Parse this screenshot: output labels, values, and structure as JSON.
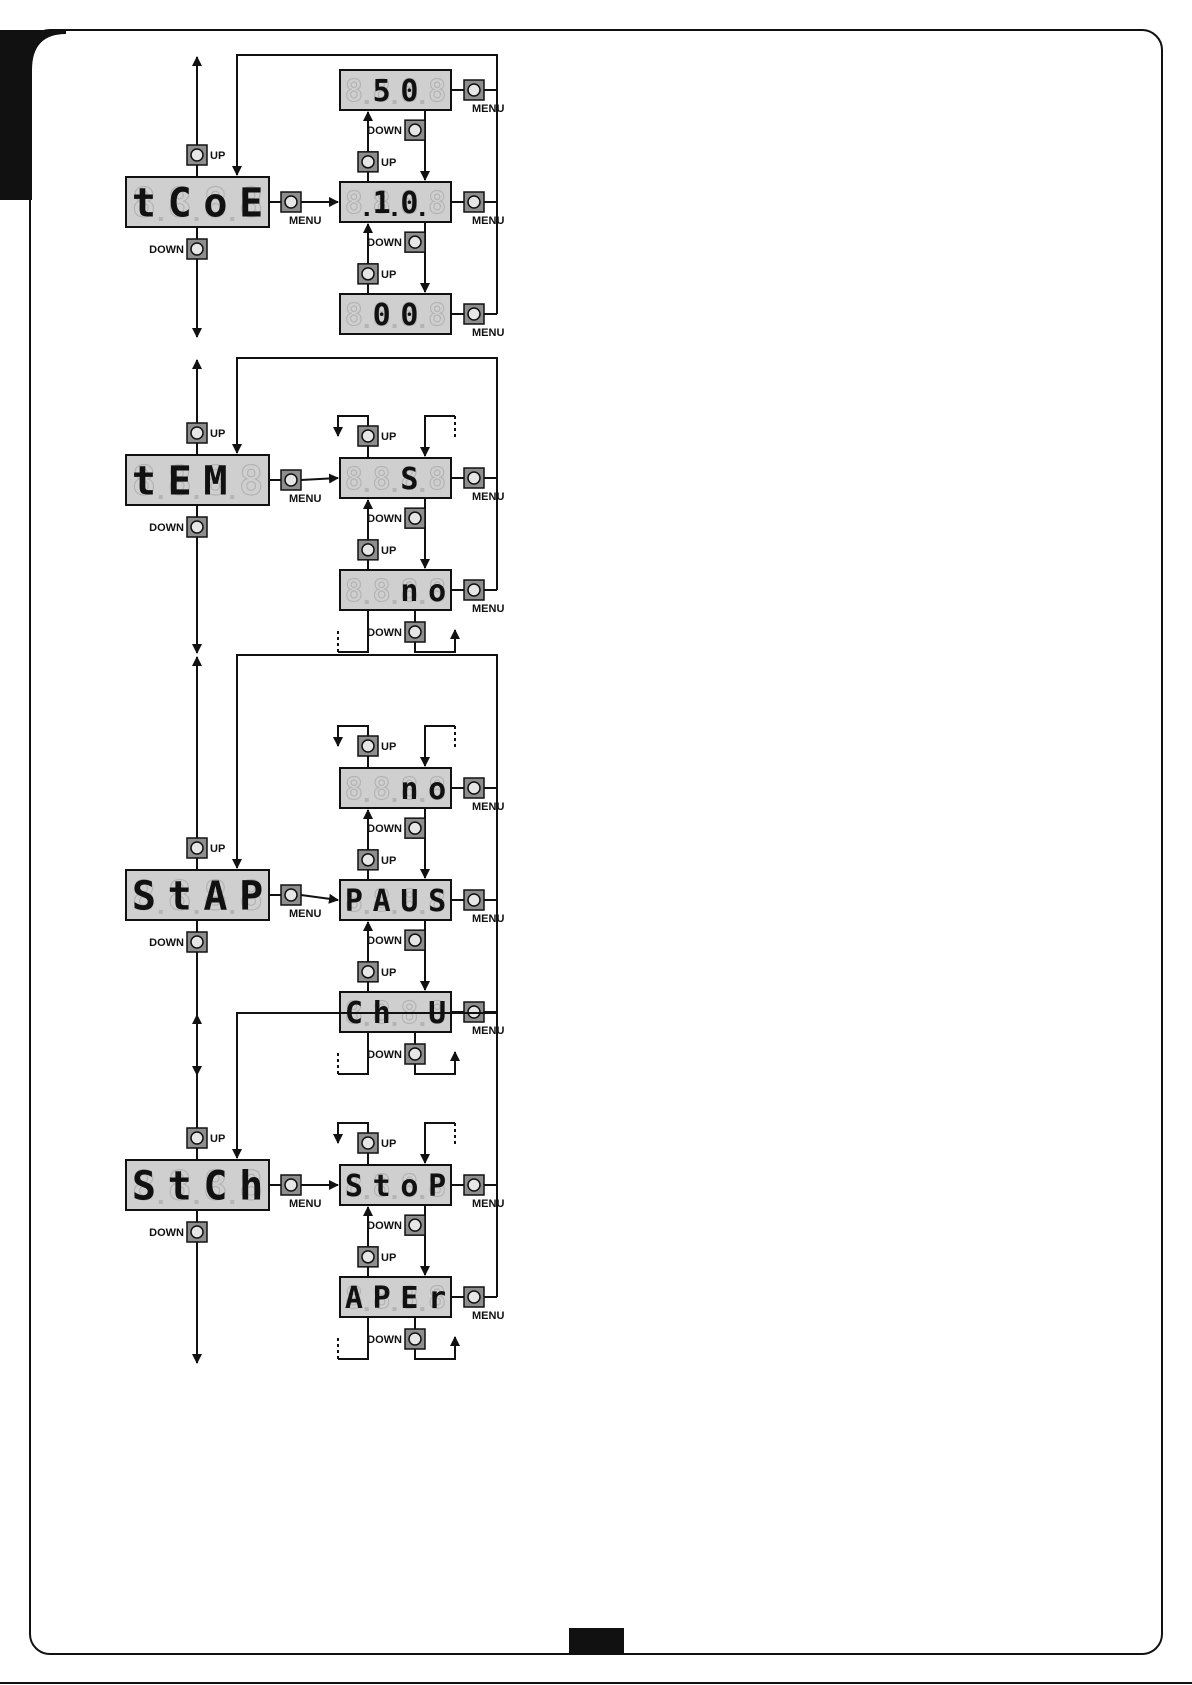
{
  "labels": {
    "up": "UP",
    "down": "DOWN",
    "menu": "MENU"
  },
  "colors": {
    "lcd_bg": "#cfcfcf",
    "button_bg": "#8e8e8e",
    "ghost_segment": "#b4b4b4",
    "ink": "#111111"
  },
  "diagrams": [
    {
      "name": "tcoe",
      "main": [
        "t",
        "C",
        "o",
        "E"
      ],
      "options": [
        [
          "",
          "5",
          "0",
          ""
        ],
        [
          "",
          "1",
          "0",
          ""
        ],
        [
          "",
          "0",
          "0",
          ""
        ]
      ],
      "dots_on": [
        false,
        true,
        false
      ],
      "ends_looping": false
    },
    {
      "name": "tem",
      "main": [
        "t",
        "E",
        "M",
        ""
      ],
      "options": [
        [
          "",
          "",
          "S",
          ""
        ],
        [
          "",
          "",
          "n",
          "o"
        ]
      ],
      "dots_on": [
        false,
        false
      ],
      "ends_looping": true
    },
    {
      "name": "stap",
      "main": [
        "S",
        "t",
        "A",
        "P"
      ],
      "options": [
        [
          "",
          "",
          "n",
          "o"
        ],
        [
          "P",
          "A",
          "U",
          "S"
        ],
        [
          "C",
          "h",
          "",
          "U"
        ]
      ],
      "dots_on": [
        false,
        false,
        false
      ],
      "ends_looping": true
    },
    {
      "name": "stch",
      "main": [
        "S",
        "t",
        "C",
        "h"
      ],
      "options": [
        [
          "S",
          "t",
          "o",
          "P"
        ],
        [
          "A",
          "P",
          "E",
          "r"
        ]
      ],
      "dots_on": [
        false,
        false
      ],
      "ends_looping": true
    }
  ]
}
